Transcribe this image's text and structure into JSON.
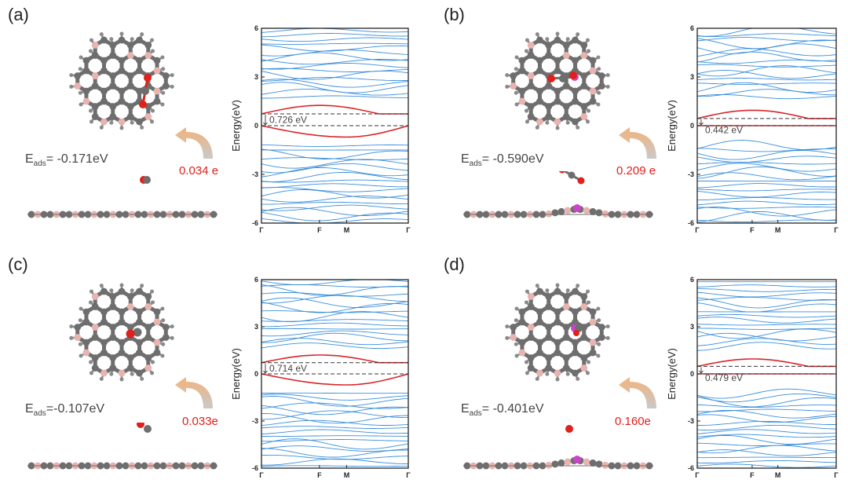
{
  "panels": [
    {
      "label": "(a)",
      "eads_prefix": "E",
      "eads_sub": "ads",
      "eads_value": "= -0.171eV",
      "charge": "0.034 e",
      "dopant": false,
      "gap_text": "0.726 eV",
      "gap": 0.726,
      "cbm": 0.726,
      "vbm": 0.0,
      "adsorbate": "co2-flat"
    },
    {
      "label": "(b)",
      "eads_prefix": "E",
      "eads_sub": "ads",
      "eads_value": "= -0.590eV",
      "charge": "0.209 e",
      "dopant": true,
      "gap_text": "0.442 eV",
      "gap": 0.442,
      "cbm": 0.442,
      "vbm": 0.0,
      "adsorbate": "co2-tilted"
    },
    {
      "label": "(c)",
      "eads_prefix": "E",
      "eads_sub": "ads",
      "eads_value": "=-0.107eV",
      "charge": "0.033e",
      "dopant": false,
      "gap_text": "0.714 eV",
      "gap": 0.714,
      "cbm": 0.714,
      "vbm": 0.0,
      "adsorbate": "co-tilted"
    },
    {
      "label": "(d)",
      "eads_prefix": "E",
      "eads_sub": "ads",
      "eads_value": "= -0.401eV",
      "charge": "0.160e",
      "dopant": true,
      "gap_text": "0.479 eV",
      "gap": 0.479,
      "cbm": 0.479,
      "vbm": 0.0,
      "adsorbate": "co-vertical"
    }
  ],
  "chart_data": [
    {
      "type": "line",
      "panel": "(a)",
      "ylabel": "Energy(eV)",
      "ylim": [
        -6,
        6
      ],
      "yticks": [
        -6,
        -3,
        0,
        3,
        6
      ],
      "xticks": [
        "Γ",
        "F",
        "M",
        "Γ"
      ],
      "annotation": "0.726 eV",
      "highlighted_bands": {
        "cbm_min": 0.726,
        "cbm_max": 1.25,
        "vbm_max": 0.0,
        "vbm_min": -0.7
      }
    },
    {
      "type": "line",
      "panel": "(b)",
      "ylabel": "Energy(eV)",
      "ylim": [
        -6,
        6
      ],
      "yticks": [
        -6,
        -3,
        0,
        3,
        6
      ],
      "xticks": [
        "Γ",
        "F",
        "M",
        "Γ"
      ],
      "annotation": "0.442 eV",
      "highlighted_bands": {
        "cbm_min": 0.442,
        "cbm_max": 0.95,
        "vbm_max": 0.0,
        "vbm_min": 0.0
      }
    },
    {
      "type": "line",
      "panel": "(c)",
      "ylabel": "Energy(eV)",
      "ylim": [
        -6,
        6
      ],
      "yticks": [
        -6,
        -3,
        0,
        3,
        6
      ],
      "xticks": [
        "Γ",
        "F",
        "M",
        "Γ"
      ],
      "annotation": "0.714 eV",
      "highlighted_bands": {
        "cbm_min": 0.714,
        "cbm_max": 1.2,
        "vbm_max": 0.0,
        "vbm_min": -0.7
      }
    },
    {
      "type": "line",
      "panel": "(d)",
      "ylabel": "Energy(eV)",
      "ylim": [
        -6,
        6
      ],
      "yticks": [
        -6,
        -3,
        0,
        3,
        6
      ],
      "xticks": [
        "Γ",
        "F",
        "M",
        "Γ"
      ],
      "annotation": "0.479 eV",
      "highlighted_bands": {
        "cbm_min": 0.479,
        "cbm_max": 0.95,
        "vbm_max": 0.0,
        "vbm_min": 0.0
      }
    }
  ],
  "colors": {
    "carbon": "#6e6e6e",
    "boron": "#e8b4b0",
    "hydrogen": "#8a8a8a",
    "oxygen": "#e0201b",
    "dopant": "#cc44cc",
    "band_line": "#3a8fdc",
    "edge_band": "#d8262a",
    "charge_text": "#e0201b",
    "arrow_top": "#f3b27a",
    "arrow_bottom": "#c9c9c9"
  }
}
